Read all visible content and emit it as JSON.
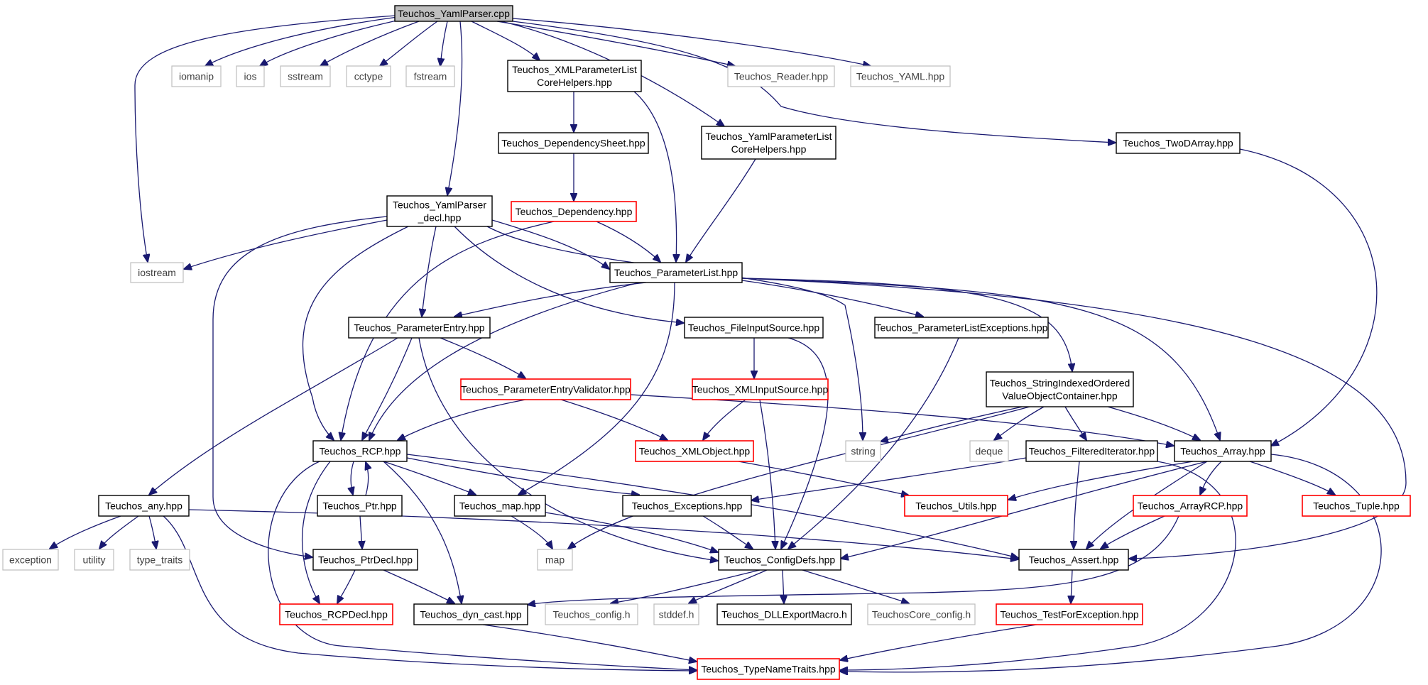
{
  "diagram": {
    "title": "Teuchos_YamlParser.cpp",
    "colors": {
      "edge": "#191970",
      "node_border": "#000000",
      "external_border": "#bfbfbf",
      "truncated_border": "#ff0000",
      "root_fill": "#bfbfbf",
      "node_fill": "#ffffff",
      "text": "#000000",
      "external_text": "#404040"
    },
    "nodes": [
      {
        "id": "root",
        "lines": [
          "Teuchos_YamlParser.cpp"
        ],
        "kind": "root"
      },
      {
        "id": "iomanip",
        "lines": [
          "iomanip"
        ],
        "kind": "external"
      },
      {
        "id": "ios",
        "lines": [
          "ios"
        ],
        "kind": "external"
      },
      {
        "id": "sstream",
        "lines": [
          "sstream"
        ],
        "kind": "external"
      },
      {
        "id": "cctype",
        "lines": [
          "cctype"
        ],
        "kind": "external"
      },
      {
        "id": "fstream",
        "lines": [
          "fstream"
        ],
        "kind": "external"
      },
      {
        "id": "xmlcore",
        "lines": [
          "Teuchos_XMLParameterList",
          "CoreHelpers.hpp"
        ],
        "kind": "normal"
      },
      {
        "id": "reader",
        "lines": [
          "Teuchos_Reader.hpp"
        ],
        "kind": "external"
      },
      {
        "id": "yaml",
        "lines": [
          "Teuchos_YAML.hpp"
        ],
        "kind": "external"
      },
      {
        "id": "depsheet",
        "lines": [
          "Teuchos_DependencySheet.hpp"
        ],
        "kind": "normal"
      },
      {
        "id": "yamlcore",
        "lines": [
          "Teuchos_YamlParameterList",
          "CoreHelpers.hpp"
        ],
        "kind": "normal"
      },
      {
        "id": "twod",
        "lines": [
          "Teuchos_TwoDArray.hpp"
        ],
        "kind": "normal"
      },
      {
        "id": "yamldecl",
        "lines": [
          "Teuchos_YamlParser",
          "_decl.hpp"
        ],
        "kind": "normal"
      },
      {
        "id": "dependency",
        "lines": [
          "Teuchos_Dependency.hpp"
        ],
        "kind": "truncated"
      },
      {
        "id": "iostream",
        "lines": [
          "iostream"
        ],
        "kind": "external"
      },
      {
        "id": "paramlist",
        "lines": [
          "Teuchos_ParameterList.hpp"
        ],
        "kind": "normal"
      },
      {
        "id": "paramentry",
        "lines": [
          "Teuchos_ParameterEntry.hpp"
        ],
        "kind": "normal"
      },
      {
        "id": "fileinput",
        "lines": [
          "Teuchos_FileInputSource.hpp"
        ],
        "kind": "normal"
      },
      {
        "id": "plexc",
        "lines": [
          "Teuchos_ParameterListExceptions.hpp"
        ],
        "kind": "normal"
      },
      {
        "id": "sioc",
        "lines": [
          "Teuchos_StringIndexedOrdered",
          "ValueObjectContainer.hpp"
        ],
        "kind": "normal"
      },
      {
        "id": "pev",
        "lines": [
          "Teuchos_ParameterEntryValidator.hpp"
        ],
        "kind": "truncated"
      },
      {
        "id": "xmlinput",
        "lines": [
          "Teuchos_XMLInputSource.hpp"
        ],
        "kind": "truncated"
      },
      {
        "id": "rcp",
        "lines": [
          "Teuchos_RCP.hpp"
        ],
        "kind": "normal"
      },
      {
        "id": "xmlobject",
        "lines": [
          "Teuchos_XMLObject.hpp"
        ],
        "kind": "truncated"
      },
      {
        "id": "string",
        "lines": [
          "string"
        ],
        "kind": "external"
      },
      {
        "id": "deque",
        "lines": [
          "deque"
        ],
        "kind": "external"
      },
      {
        "id": "filtered",
        "lines": [
          "Teuchos_FilteredIterator.hpp"
        ],
        "kind": "normal"
      },
      {
        "id": "array",
        "lines": [
          "Teuchos_Array.hpp"
        ],
        "kind": "normal"
      },
      {
        "id": "any",
        "lines": [
          "Teuchos_any.hpp"
        ],
        "kind": "normal"
      },
      {
        "id": "ptr",
        "lines": [
          "Teuchos_Ptr.hpp"
        ],
        "kind": "normal"
      },
      {
        "id": "map",
        "lines": [
          "Teuchos_map.hpp"
        ],
        "kind": "normal"
      },
      {
        "id": "exceptions",
        "lines": [
          "Teuchos_Exceptions.hpp"
        ],
        "kind": "normal"
      },
      {
        "id": "utils",
        "lines": [
          "Teuchos_Utils.hpp"
        ],
        "kind": "truncated"
      },
      {
        "id": "arrayrcp",
        "lines": [
          "Teuchos_ArrayRCP.hpp"
        ],
        "kind": "truncated"
      },
      {
        "id": "tuple",
        "lines": [
          "Teuchos_Tuple.hpp"
        ],
        "kind": "truncated"
      },
      {
        "id": "exception",
        "lines": [
          "exception"
        ],
        "kind": "external"
      },
      {
        "id": "utility",
        "lines": [
          "utility"
        ],
        "kind": "external"
      },
      {
        "id": "type_traits",
        "lines": [
          "type_traits"
        ],
        "kind": "external"
      },
      {
        "id": "ptrdecl",
        "lines": [
          "Teuchos_PtrDecl.hpp"
        ],
        "kind": "normal"
      },
      {
        "id": "mapstd",
        "lines": [
          "map"
        ],
        "kind": "external"
      },
      {
        "id": "configdefs",
        "lines": [
          "Teuchos_ConfigDefs.hpp"
        ],
        "kind": "normal"
      },
      {
        "id": "assert",
        "lines": [
          "Teuchos_Assert.hpp"
        ],
        "kind": "normal"
      },
      {
        "id": "rcpdecl",
        "lines": [
          "Teuchos_RCPDecl.hpp"
        ],
        "kind": "truncated"
      },
      {
        "id": "dyncast",
        "lines": [
          "Teuchos_dyn_cast.hpp"
        ],
        "kind": "normal"
      },
      {
        "id": "config_h",
        "lines": [
          "Teuchos_config.h"
        ],
        "kind": "external"
      },
      {
        "id": "stddef",
        "lines": [
          "stddef.h"
        ],
        "kind": "external"
      },
      {
        "id": "dllexport",
        "lines": [
          "Teuchos_DLLExportMacro.h"
        ],
        "kind": "normal"
      },
      {
        "id": "coreconfig",
        "lines": [
          "TeuchosCore_config.h"
        ],
        "kind": "external"
      },
      {
        "id": "testforexc",
        "lines": [
          "Teuchos_TestForException.hpp"
        ],
        "kind": "truncated"
      },
      {
        "id": "typename",
        "lines": [
          "Teuchos_TypeNameTraits.hpp"
        ],
        "kind": "truncated"
      }
    ]
  }
}
